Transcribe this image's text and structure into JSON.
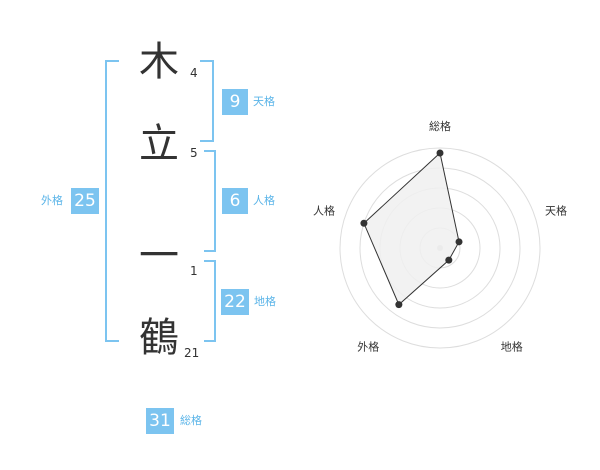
{
  "name": {
    "characters": [
      {
        "char": "木",
        "strokes": "4"
      },
      {
        "char": "立",
        "strokes": "5"
      },
      {
        "char": "一",
        "strokes": "1"
      },
      {
        "char": "鶴",
        "strokes": "21"
      }
    ]
  },
  "kaku": {
    "tenkaku": {
      "value": "9",
      "label": "天格"
    },
    "jinkaku": {
      "value": "6",
      "label": "人格"
    },
    "chikaku": {
      "value": "22",
      "label": "地格"
    },
    "gaikaku": {
      "value": "25",
      "label": "外格"
    },
    "soukaku": {
      "value": "31",
      "label": "総格"
    }
  },
  "colors": {
    "accent": "#7cc4f0",
    "accent_text": "#5ab4e8",
    "text": "#333333",
    "radar_fill": "#f0f0f0",
    "grid": "#dddddd"
  },
  "chart_data": {
    "type": "radar",
    "axes": [
      "総格",
      "天格",
      "地格",
      "外格",
      "人格"
    ],
    "values": [
      0.95,
      0.2,
      0.15,
      0.7,
      0.8
    ],
    "range": [
      0,
      1
    ],
    "rings": 5
  }
}
